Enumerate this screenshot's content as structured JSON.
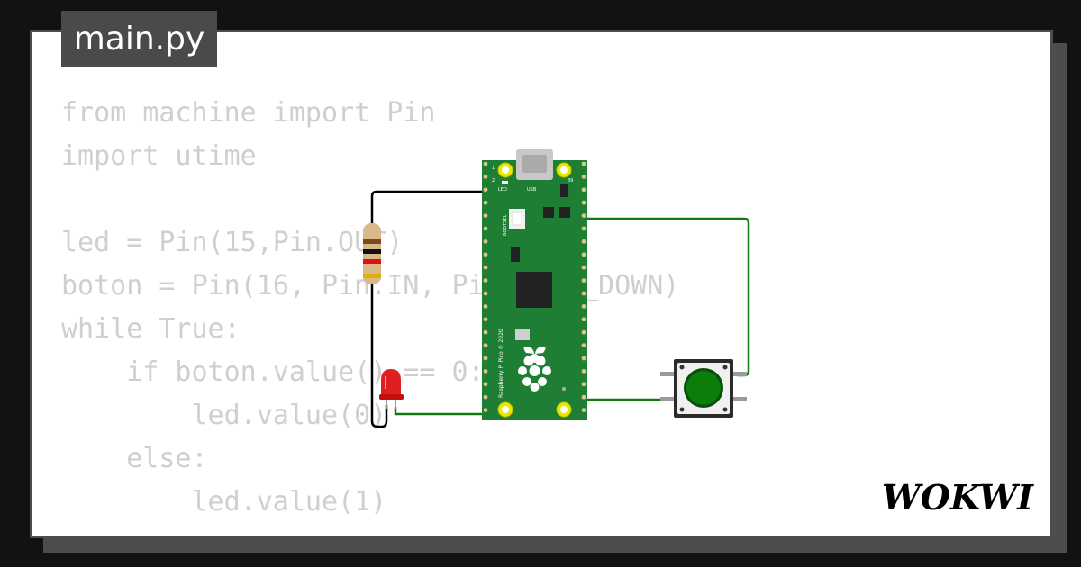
{
  "file_tab": {
    "label": "main.py"
  },
  "code_lines": [
    "from machine import Pin",
    "import utime",
    "",
    "led = Pin(15,Pin.OUT)",
    "boton = Pin(16, Pin.IN, Pin.PULL_DOWN)",
    "while True:",
    "    if boton.value() == 0:",
    "        led.value(0)",
    "    else:",
    "        led.value(1)"
  ],
  "board": {
    "led_label": "LED",
    "usb_label": "USB",
    "bootsel_label": "BOOTSEL",
    "model_text": "Raspberry Pi Pico © 2020",
    "pin_1": "1",
    "pin_2": "2",
    "pin_39": "39"
  },
  "logo": {
    "text": "WOKWI"
  },
  "colors": {
    "background": "#121212",
    "card": "#ffffff",
    "tab": "#4a4a4a",
    "code_text": "#cfcfcf",
    "pcb": "#1e7e34",
    "wire_green": "#107c10",
    "wire_black": "#000000",
    "led_red": "#e02020",
    "button_cap": "#0a7d0a"
  },
  "icons": [
    "raspberry-pi-logo-icon",
    "wokwi-logo"
  ]
}
